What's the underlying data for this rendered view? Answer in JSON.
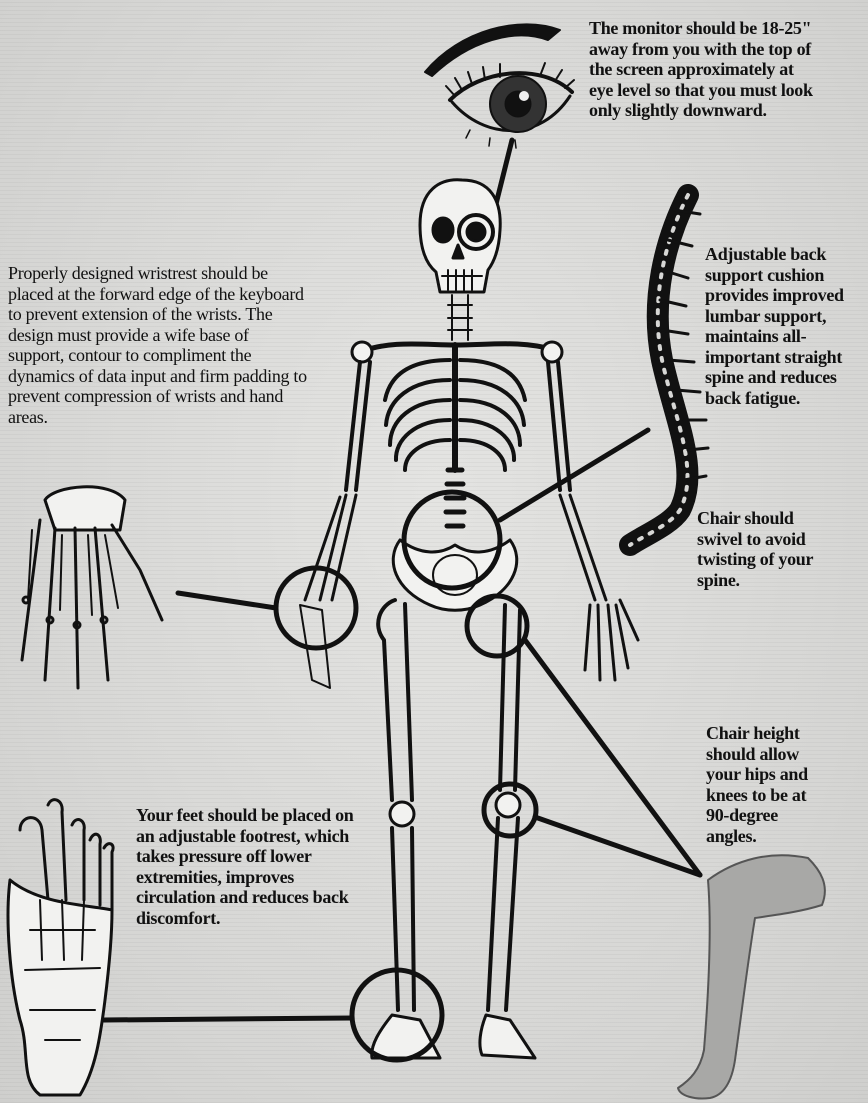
{
  "captions": {
    "monitor": "The monitor should be 18-25\" away from you with the top of the screen approximately at eye level so that you must look only slightly downward.",
    "wristrest": "Properly designed wristrest should be placed at the forward edge of the keyboard to prevent extension of the wrists. The design must provide a wife base of support, contour to compliment the dynamics of data input and firm padding to prevent compression of wrists and hand areas.",
    "back_support": "Adjustable back support cushion provides improved lumbar support, maintains all-important straight spine and reduces back fatigue.",
    "swivel": "Chair should swivel to avoid twisting of your spine.",
    "chair_height": "Chair height should allow your hips and knees to be at 90-degree angles.",
    "footrest": "Your feet should be placed on an adjustable footrest, which takes pressure off lower extremities, improves circulation and reduces back discomfort."
  },
  "icons": [
    "eye-icon",
    "skeleton-icon",
    "spine-icon",
    "hand-bones-icon",
    "foot-bones-icon",
    "leg-icon"
  ],
  "colors": {
    "ink": "#111111",
    "paper": "#d8d8d6",
    "leg": "#a9a9a9"
  }
}
